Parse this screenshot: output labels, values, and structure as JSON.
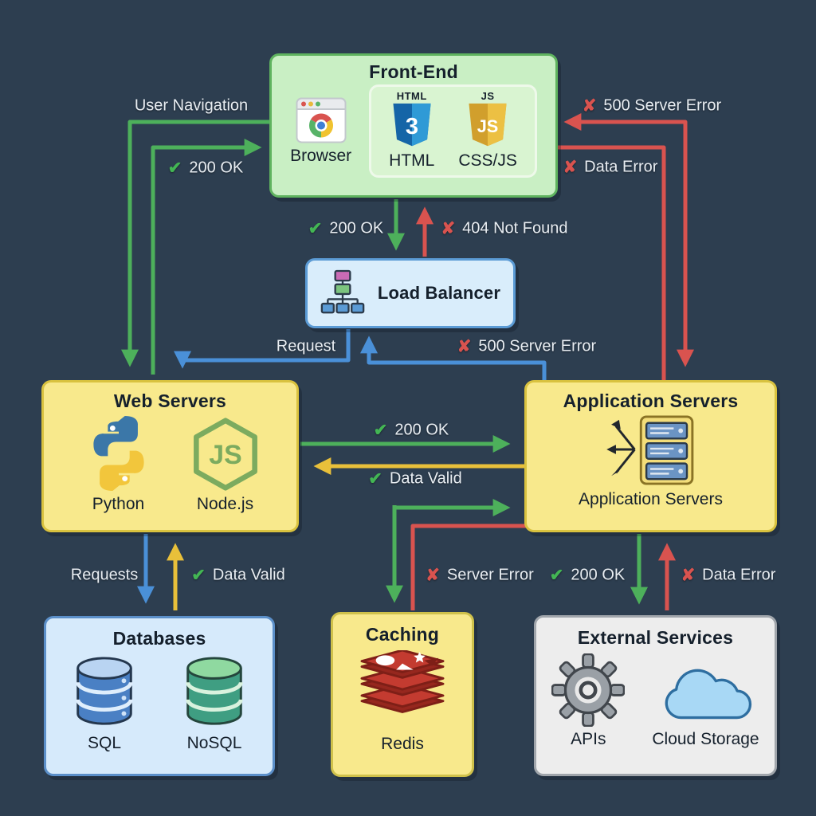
{
  "colors": {
    "background": "#2d3e50",
    "green_arrow": "#4db05b",
    "blue_arrow": "#4a90d8",
    "red_arrow": "#d9534f",
    "yellow_arrow": "#e9c03a",
    "front_end_fill": "#c9efc4",
    "load_balancer_fill": "#d9edfb",
    "servers_fill": "#f8e98c",
    "databases_fill": "#d6eafb",
    "external_fill": "#ededed"
  },
  "nodes": {
    "front_end": {
      "title": "Front-End",
      "browser_label": "Browser",
      "html_mini": "HTML",
      "js_mini": "JS",
      "html_label": "HTML",
      "cssjs_label": "CSS/JS"
    },
    "load_balancer": {
      "title": "Load Balancer"
    },
    "web_servers": {
      "title": "Web Servers",
      "items": [
        "Python",
        "Node.js"
      ]
    },
    "app_servers": {
      "title": "Application Servers",
      "caption": "Application Servers"
    },
    "databases": {
      "title": "Databases",
      "items": [
        "SQL",
        "NoSQL"
      ]
    },
    "caching": {
      "title": "Caching",
      "item": "Redis"
    },
    "external": {
      "title": "External Services",
      "items": [
        "APIs",
        "Cloud Storage"
      ]
    }
  },
  "edge_labels": {
    "user_navigation": {
      "text": "User Navigation"
    },
    "ok_into_frontend": {
      "glyph": "✔",
      "text": "200 OK"
    },
    "server_error_500_frontend": {
      "glyph": "✘",
      "text": "500 Server Error"
    },
    "data_error_frontend": {
      "glyph": "✘",
      "text": "Data Error"
    },
    "ok_frontend_lb": {
      "glyph": "✔",
      "text": "200 OK"
    },
    "not_found_404": {
      "glyph": "✘",
      "text": "404 Not Found"
    },
    "request": {
      "text": "Request"
    },
    "server_error_500_lb": {
      "glyph": "✘",
      "text": "500 Server Error"
    },
    "ok_ws_as": {
      "glyph": "✔",
      "text": "200 OK"
    },
    "data_valid_as_ws": {
      "glyph": "✔",
      "text": "Data Valid"
    },
    "requests": {
      "text": "Requests"
    },
    "data_valid_db_ws": {
      "glyph": "✔",
      "text": "Data Valid"
    },
    "server_error_cache": {
      "glyph": "✘",
      "text": "Server Error"
    },
    "ok_as_es": {
      "glyph": "✔",
      "text": "200 OK"
    },
    "data_error_es_as": {
      "glyph": "✘",
      "text": "Data Error"
    }
  }
}
